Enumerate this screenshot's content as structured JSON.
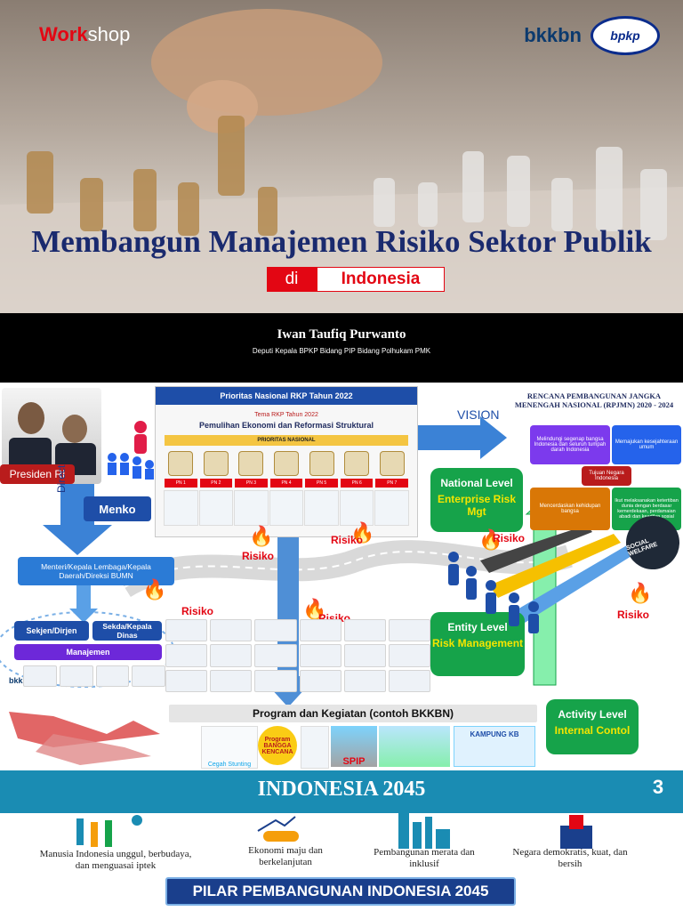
{
  "header": {
    "workshop_work": "Work",
    "workshop_shop": "shop",
    "logo_bkkbn": "bkkbn",
    "logo_bpkp": "bpkp"
  },
  "title": {
    "main": "Membangun Manajemen Risiko Sektor Publik",
    "di": "di",
    "country": "Indonesia"
  },
  "speaker": {
    "name": "Iwan Taufiq Purwanto",
    "role": "Deputi Kepala BPKP Bidang PIP Bidang Polhukam PMK"
  },
  "diagram": {
    "presiden": "Presiden RI",
    "direct": "Direct",
    "menko": "Menko",
    "menteri": "Menteri/Kepala Lembaga/Kepala Daerah/Direksi BUMN",
    "sekjen": "Sekjen/Dirjen",
    "sekda": "Sekda/Kepala Dinas",
    "manajemen": "Manajemen",
    "bkkbn_small": "bkkbn",
    "rkp_header": "Prioritas Nasional RKP Tahun 2022",
    "rkp_tema": "Tema RKP Tahun 2022",
    "rkp_subtema": "Pemulihan Ekonomi dan Reformasi Struktural",
    "rkp_prioritas": "PRIORITAS NASIONAL",
    "pn_labels": [
      "PN 1",
      "PN 2",
      "PN 3",
      "PN 4",
      "PN 5",
      "PN 6",
      "PN 7"
    ],
    "vision": "VISION",
    "rpjmn_title": "RENCANA PEMBANGUNAN JANGKA MENENGAH NASIONAL (RPJMN) 2020 - 2024",
    "rpjmn_items": [
      "Melindungi segenap bangsa Indonesia dan seluruh tumpah darah Indonesia",
      "Memajukan kesejahteraan umum",
      "Tujuan Negara Indonesia",
      "Mencerdaskan kehidupan bangsa",
      "Ikut melaksanakan ketertiban dunia dengan berdasar kemerdekaan, perdamaian abadi dan keadilan sosial"
    ],
    "national_level": "National Level",
    "erm": "Enterprise Risk Mgt",
    "entity_level": "Entity Level",
    "risk_mgmt": "Risk Management",
    "activity_level": "Activity Level",
    "internal_control": "Internal Contol",
    "risiko": "Risiko",
    "social_welfare": "SOCIAL WELFARE",
    "program": "Program dan Kegiatan (contoh BKKBN)",
    "prog_cegah": "Cegah Stunting",
    "prog_bangga": "Program BANGGA KENCANA",
    "prog_spip": "SPIP",
    "prog_kampung": "KAMPUNG KB"
  },
  "bottom": {
    "title": "INDONESIA 2045",
    "pillar1": "Manusia Indonesia unggul, berbudaya, dan menguasai iptek",
    "pillar2": "Ekonomi maju dan berkelanjutan",
    "pillar3": "Pembangunan merata dan inklusif",
    "pillar4": "Negara demokratis, kuat, dan bersih",
    "pilar": "PILAR PEMBANGUNAN INDONESIA 2045"
  },
  "colors": {
    "brand_red": "#e30613",
    "navy": "#1a2a6e",
    "teal_band": "#1a8cb3",
    "callout_green": "#16a34a"
  }
}
